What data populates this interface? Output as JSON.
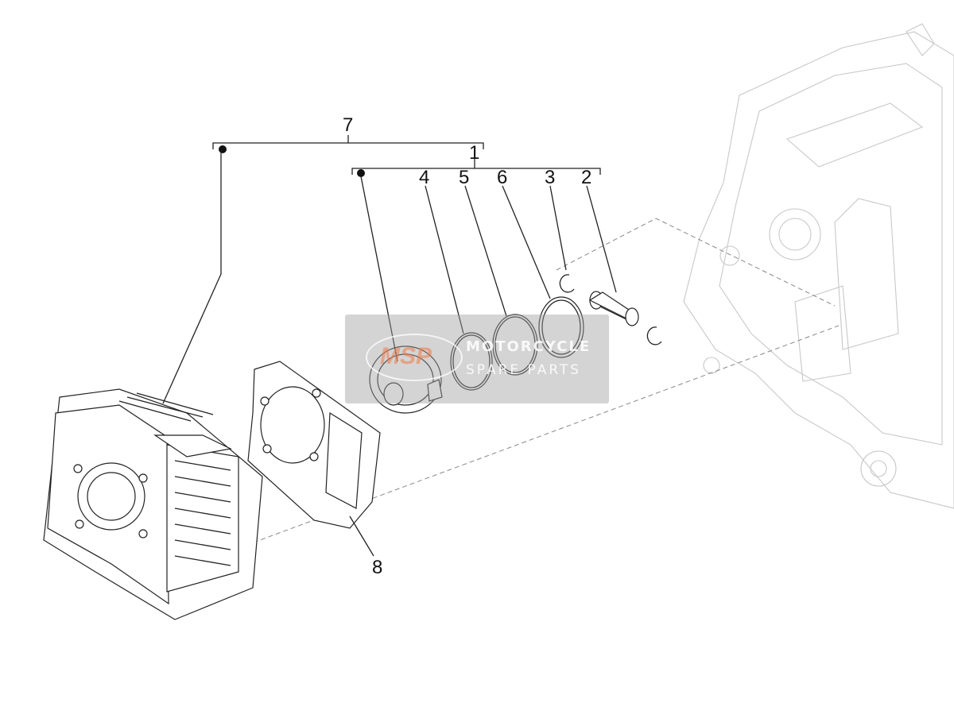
{
  "callouts": {
    "c1": "1",
    "c2": "2",
    "c3": "3",
    "c4": "4",
    "c5": "5",
    "c6": "6",
    "c7": "7",
    "c8": "8"
  },
  "watermark": {
    "logo_text": "MSP",
    "line1": "MOTORCYCLE",
    "line2": "SPARE PARTS"
  }
}
